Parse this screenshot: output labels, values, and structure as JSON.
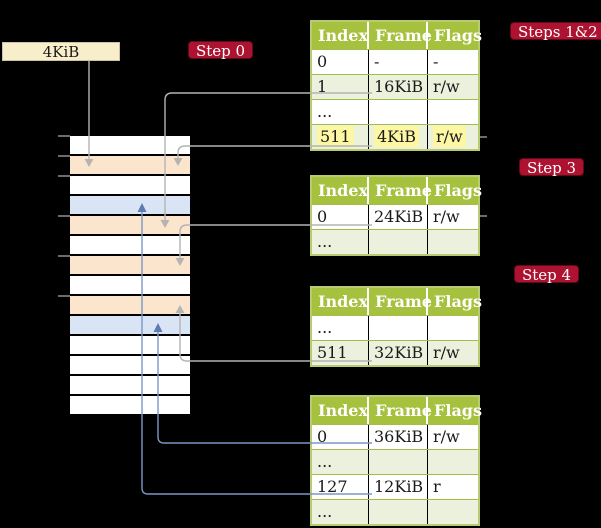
{
  "colors": {
    "cream": "#f9eeca",
    "badgeRed": "#ad1230",
    "peach": "#fce5cd",
    "blueRow": "#d9e4f4",
    "headerGreen": "#a6c13e",
    "rowGreen": "#ebf1dc",
    "tableBorder": "#b9cb70",
    "rowSep": "#a3bd4a",
    "yellowHl": "#fdf6a2",
    "gray": "#b4b4b4",
    "blueLine": "#7b97c6",
    "blueArrow": "#5d7cb0"
  },
  "free_frame_label": {
    "text": "4KiB"
  },
  "badges": {
    "step0": {
      "label": "Step 0"
    },
    "steps12": {
      "label": "Steps 1&2"
    },
    "step3": {
      "label": "Step 3"
    },
    "step4": {
      "label": "Step 4"
    }
  },
  "page_tables": {
    "header": [
      "Index",
      "Frame",
      "Flags"
    ],
    "tables": [
      {
        "name": "page-table-steps-1-2",
        "rows": [
          {
            "bg": "white",
            "cells": [
              {
                "t": "0"
              },
              {
                "t": "-"
              },
              {
                "t": "-"
              }
            ]
          },
          {
            "bg": "green",
            "cells": [
              {
                "t": "1"
              },
              {
                "t": "16KiB"
              },
              {
                "t": "r/w"
              }
            ]
          },
          {
            "bg": "white",
            "cells": [
              {
                "t": "..."
              },
              {
                "t": ""
              },
              {
                "t": ""
              }
            ]
          },
          {
            "bg": "green",
            "cells": [
              {
                "t": "511",
                "hl": true
              },
              {
                "t": "4KiB",
                "hl": true
              },
              {
                "t": "r/w",
                "hl": true
              }
            ]
          }
        ]
      },
      {
        "name": "page-table-step-3",
        "rows": [
          {
            "bg": "white",
            "cells": [
              {
                "t": "0"
              },
              {
                "t": "24KiB"
              },
              {
                "t": "r/w"
              }
            ]
          },
          {
            "bg": "green",
            "cells": [
              {
                "t": "..."
              },
              {
                "t": ""
              },
              {
                "t": ""
              }
            ]
          }
        ]
      },
      {
        "name": "page-table-step-4",
        "rows": [
          {
            "bg": "white",
            "cells": [
              {
                "t": "..."
              },
              {
                "t": ""
              },
              {
                "t": ""
              }
            ]
          },
          {
            "bg": "green",
            "cells": [
              {
                "t": "511"
              },
              {
                "t": "32KiB"
              },
              {
                "t": "r/w"
              }
            ]
          }
        ]
      },
      {
        "name": "page-table-final",
        "rows": [
          {
            "bg": "white",
            "cells": [
              {
                "t": "0"
              },
              {
                "t": "36KiB"
              },
              {
                "t": "r/w"
              }
            ]
          },
          {
            "bg": "green",
            "cells": [
              {
                "t": "..."
              },
              {
                "t": ""
              },
              {
                "t": ""
              }
            ]
          },
          {
            "bg": "white",
            "cells": [
              {
                "t": "127"
              },
              {
                "t": "12KiB"
              },
              {
                "t": "r"
              }
            ]
          },
          {
            "bg": "green",
            "cells": [
              {
                "t": "..."
              },
              {
                "t": ""
              },
              {
                "t": ""
              }
            ]
          }
        ]
      }
    ]
  },
  "memory_stack": {
    "rows": [
      "white",
      "peach",
      "white",
      "blue",
      "peach",
      "white",
      "peach",
      "white",
      "peach",
      "blue",
      "white",
      "white",
      "white",
      "white"
    ]
  }
}
